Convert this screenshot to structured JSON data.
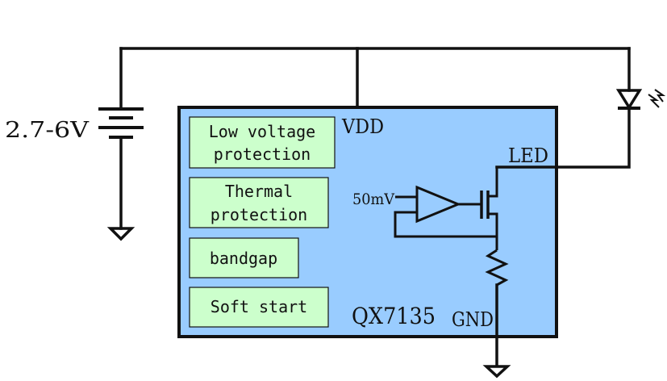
{
  "supply_label": "2.7-6V",
  "chip": {
    "name": "QX7135",
    "fill": "#99CCFF",
    "pins": {
      "vdd": "VDD",
      "led": "LED",
      "gnd": "GND"
    },
    "blocks": [
      {
        "line1": "Low voltage",
        "line2": "protection"
      },
      {
        "line1": "Thermal",
        "line2": "protection"
      },
      {
        "line1": "bandgap",
        "line2": ""
      },
      {
        "line1": "Soft start",
        "line2": ""
      }
    ],
    "block_fill": "#CCFFCC"
  },
  "reference_label": "50mV"
}
